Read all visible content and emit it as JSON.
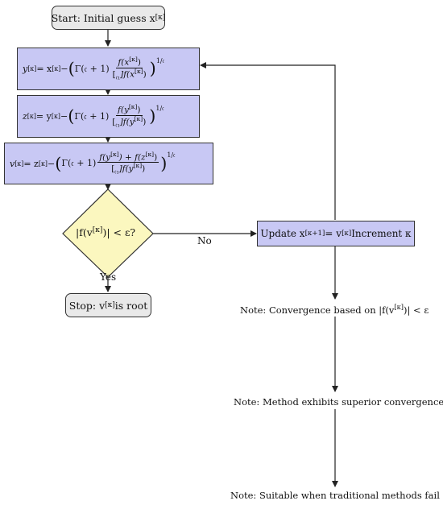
{
  "nodes": {
    "start": {
      "text": "Start: Initial guess x",
      "sup": "[κ]"
    },
    "y_step": {
      "lhs": "y",
      "lhs_sup": "[κ]",
      "eq": " = x",
      "eq_sup": "[κ]",
      "minus": " − ",
      "gamma": "Γ(𝔠 + 1)",
      "num": "f(x",
      "num_sup": "[κ]",
      "num_end": ")",
      "den_pre": "[",
      "den_sub": "𝔠₁",
      "den_mid": "]f(x",
      "den_sup": "[κ]",
      "den_end": ")",
      "exp": "1/𝔠"
    },
    "z_step": {
      "lhs": "z",
      "lhs_sup": "[κ]",
      "eq": " = y",
      "eq_sup": "[κ]",
      "minus": " − ",
      "gamma": "Γ(𝔠 + 1)",
      "num": "f(y",
      "num_sup": "[κ]",
      "num_end": ")",
      "den_pre": "[",
      "den_sub": "𝔠₁",
      "den_mid": "]f(y",
      "den_sup": "[κ]",
      "den_end": ")",
      "exp": "1/𝔠"
    },
    "v_step": {
      "lhs": "v",
      "lhs_sup": "[κ]",
      "eq": " = z",
      "eq_sup": "[κ]",
      "minus": " − ",
      "gamma": "Γ(𝔠 + 1)",
      "num_a": "f(y",
      "num_a_sup": "[κ]",
      "num_plus": ") + f(z",
      "num_b_sup": "[κ]",
      "num_end": ")",
      "den_pre": "[",
      "den_sub": "𝔠₁",
      "den_mid": "]f(y",
      "den_sup": "[κ]",
      "den_end": ")",
      "exp": "1/𝔠"
    },
    "decision": {
      "pre": "|f(v",
      "sup": "[κ]",
      "post": ")| < ε?"
    },
    "update": {
      "pre": "Update x",
      "sup1": "[κ+1]",
      "mid": " = v",
      "sup2": "[κ]",
      "post": "Increment κ"
    },
    "stop": {
      "pre": "Stop: v",
      "sup": "[κ]",
      "post": " is root"
    }
  },
  "labels": {
    "yes": "Yes",
    "no": "No"
  },
  "notes": {
    "n1": {
      "pre": "Note: Convergence based on |f(v",
      "sup": "[κ]",
      "post": ")| < ε"
    },
    "n2": "Note: Method exhibits superior convergence",
    "n3": "Note: Suitable when traditional methods fail"
  },
  "colors": {
    "process": "#c8c8f4",
    "decision": "#fbf7bf",
    "terminal": "#e9e9e9",
    "line": "#222222"
  }
}
